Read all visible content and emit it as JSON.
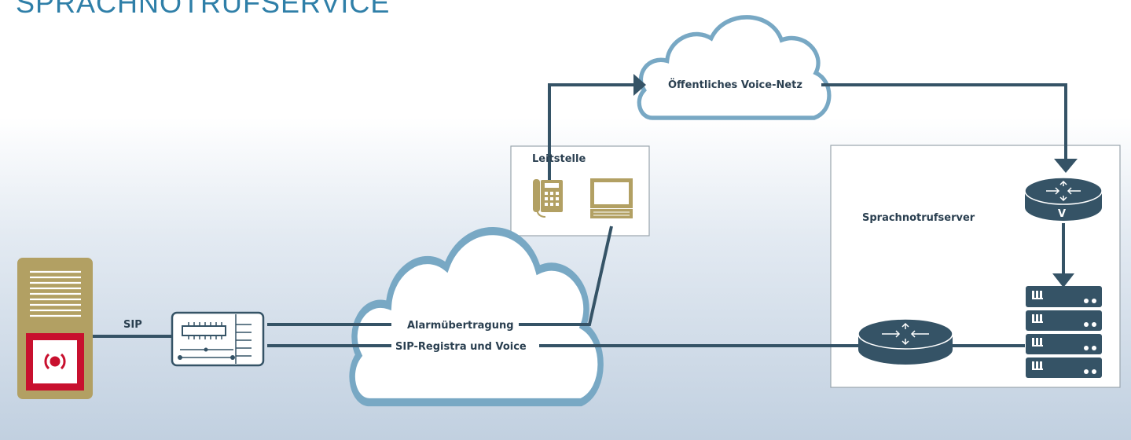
{
  "title": "SPRACHNOTRUFSERVICE",
  "labels": {
    "sip": "SIP",
    "public_voice_net": "Öffentliches Voice-Netz",
    "control_center": "Leitstelle",
    "server": "Sprachnotrufserver",
    "alarm_transmission": "Alarmübertragung",
    "sip_registrar_voice": "SIP-Registra und Voice",
    "router_v": "V"
  },
  "colors": {
    "line": "#355366",
    "cloud_stroke": "#78a8c4",
    "device_gold": "#b2a063",
    "alarm_red": "#c8102e",
    "title_blue": "#2f7fa8",
    "equipment": "#355366"
  }
}
